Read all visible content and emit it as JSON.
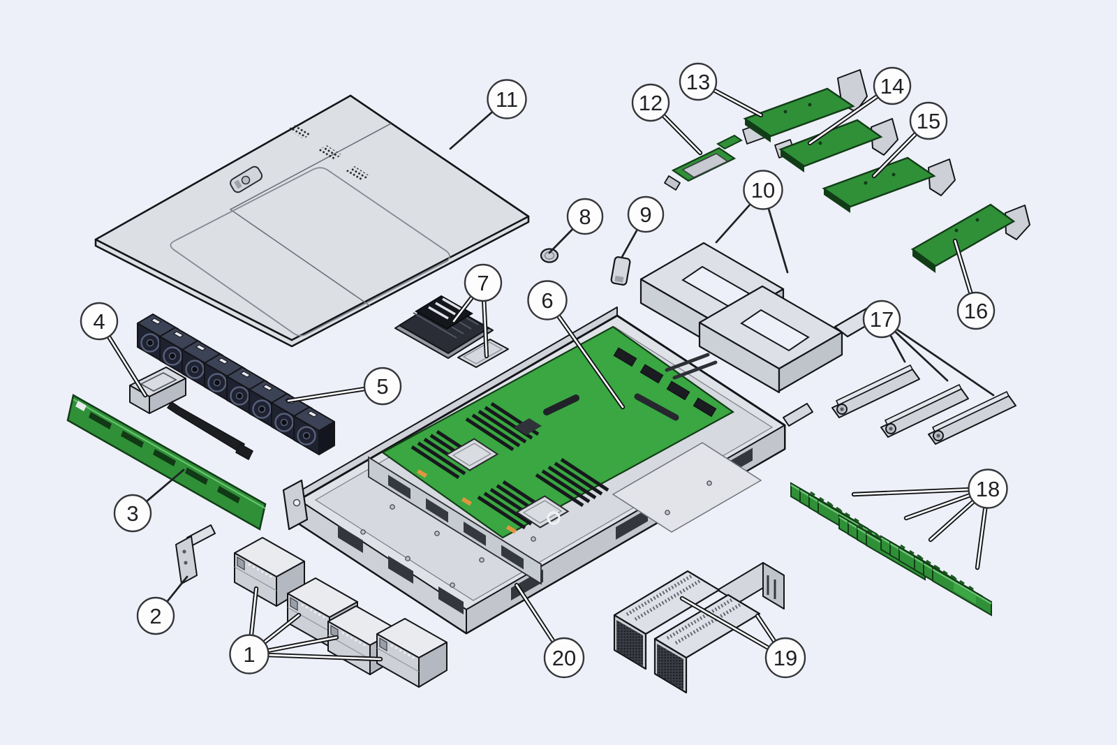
{
  "figure": {
    "kind": "exploded-parts-diagram",
    "background": "#edf0f8"
  },
  "colors": {
    "background": "#edf0f8",
    "metal_light": "#dfe2e7",
    "metal_mid": "#ccd0d7",
    "metal_dark": "#b4b8c0",
    "board_green": "#2f9038",
    "motherboard_green": "#3aa742",
    "green_dark": "#123c17",
    "fan_navy": "#1e2231",
    "heatsink_black": "#15171d",
    "clip_orange": "#e2953f",
    "outline": "#141518",
    "callout_fill": "#fdfdfe",
    "callout_stroke": "#35363a",
    "callout_text": "#202124",
    "leader_core": "#ffffff"
  },
  "callouts": [
    {
      "number": "1"
    },
    {
      "number": "2"
    },
    {
      "number": "3"
    },
    {
      "number": "4"
    },
    {
      "number": "5"
    },
    {
      "number": "6"
    },
    {
      "number": "7"
    },
    {
      "number": "8"
    },
    {
      "number": "9"
    },
    {
      "number": "10"
    },
    {
      "number": "11"
    },
    {
      "number": "12"
    },
    {
      "number": "13"
    },
    {
      "number": "14"
    },
    {
      "number": "15"
    },
    {
      "number": "16"
    },
    {
      "number": "17"
    },
    {
      "number": "18"
    },
    {
      "number": "19"
    },
    {
      "number": "20"
    }
  ]
}
